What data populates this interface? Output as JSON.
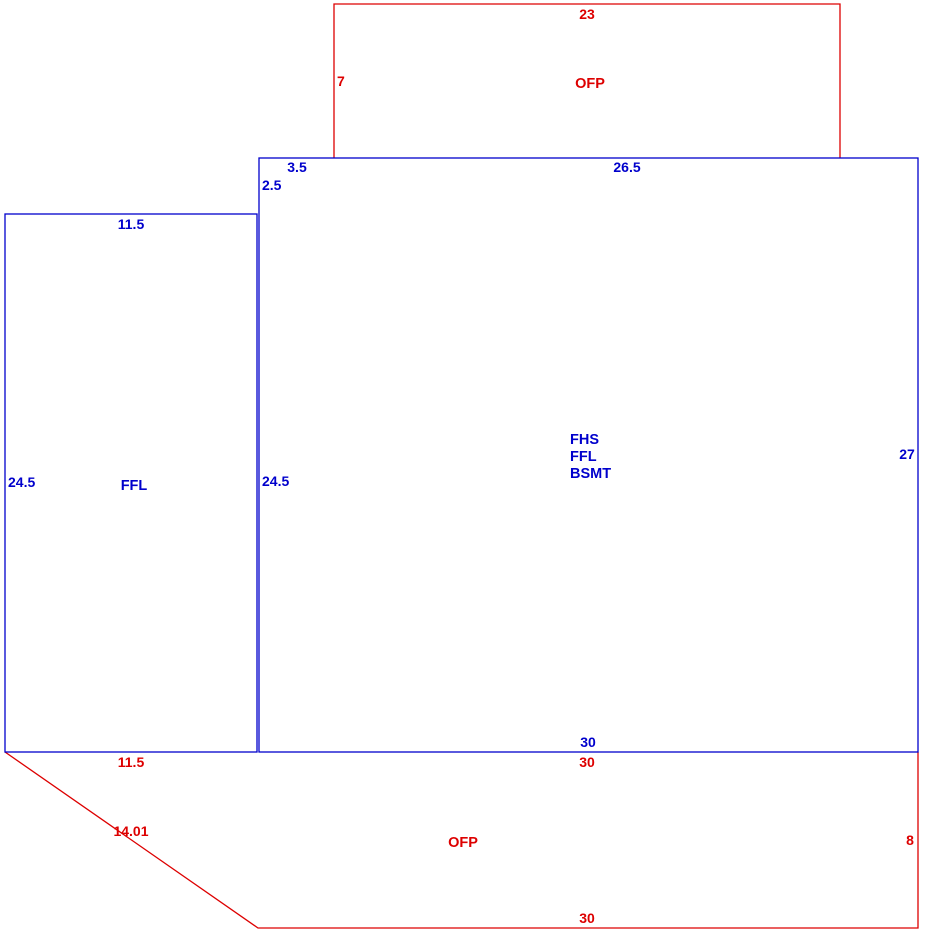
{
  "colors": {
    "living": "#0000cc",
    "porch": "#dd0000",
    "background": "#ffffff"
  },
  "top_porch": {
    "label": "OFP",
    "width": "23",
    "depth": "7"
  },
  "main_block": {
    "labels": [
      "FHS",
      "FFL",
      "BSMT"
    ],
    "top_width": "26.5",
    "notch_width": "3.5",
    "notch_depth": "2.5",
    "left_side": "24.5",
    "right_side": "27",
    "bottom_width": "30"
  },
  "left_wing": {
    "label": "FFL",
    "top_width": "11.5",
    "left_side": "24.5"
  },
  "bottom_porch": {
    "label": "OFP",
    "top_left_width": "11.5",
    "top_right_width": "30",
    "diagonal": "14.01",
    "right_side": "8",
    "bottom_width": "30"
  }
}
